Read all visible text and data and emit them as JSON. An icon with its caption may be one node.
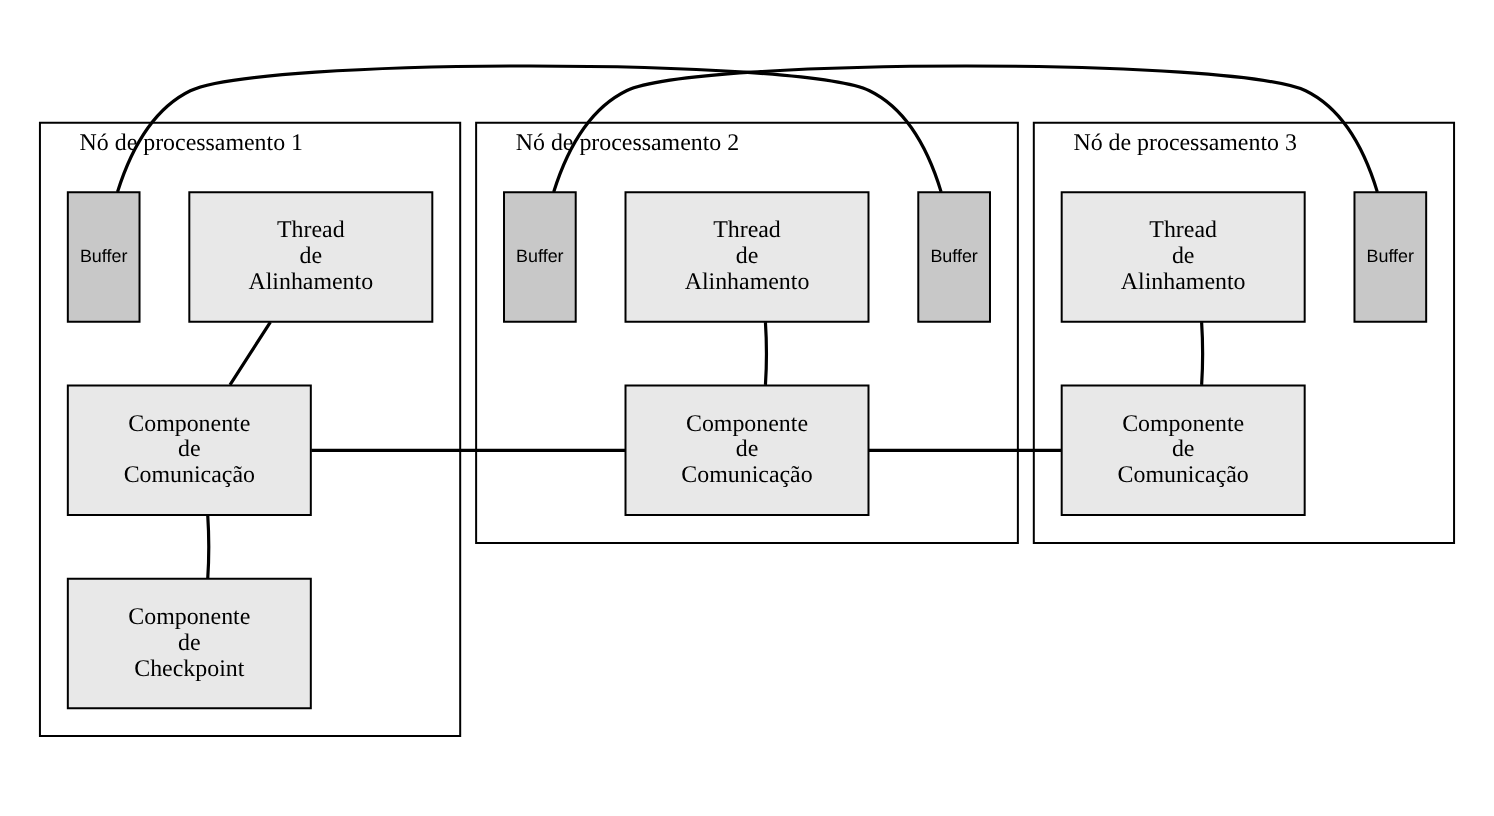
{
  "diagram": {
    "nodes": [
      {
        "text": [
          "Nó de processamento 1"
        ]
      },
      {
        "text": [
          "Thread de Alinhamento"
        ],
        "in": 0
      },
      {
        "text": [
          "Buffer"
        ],
        "in": 0
      },
      {
        "text": [
          "Componente de Comunicação"
        ],
        "in": 0
      },
      {
        "text": [
          "Componente de Checkpoint"
        ],
        "in": 0
      },
      {
        "text": [
          "Nó de processamento 2"
        ]
      },
      {
        "text": [
          "Buffer"
        ],
        "in": 5
      },
      {
        "text": [
          "Thread de Alinhamento"
        ],
        "in": 5
      },
      {
        "text": [
          "Buffer"
        ],
        "in": 5
      },
      {
        "text": [
          "Componente de Comunicação"
        ],
        "in": 5
      },
      {
        "text": [
          "Nó de processamento 3"
        ]
      },
      {
        "text": [
          "Buffer"
        ],
        "in": 10
      },
      {
        "text": [
          "Thread de Alinhamento"
        ],
        "in": 10
      },
      {
        "text": [
          "Componente de Comunicação"
        ],
        "in": 10
      }
    ],
    "edges": [
      {
        "from": 2,
        "to": 6,
        "arrow": "none"
      },
      {
        "from": 8,
        "to": 11,
        "arrow": "none"
      },
      {
        "from": 1,
        "to": 3,
        "arrow": "none"
      },
      {
        "from": 3,
        "to": 4,
        "arrow": "none"
      },
      {
        "from": 7,
        "to": 9,
        "arrow": "none"
      },
      {
        "from": 12,
        "to": 13,
        "arrow": "none"
      },
      {
        "from": 3,
        "to": 9,
        "arrow": "none"
      },
      {
        "from": 9,
        "to": 13,
        "arrow": "none"
      }
    ]
  }
}
